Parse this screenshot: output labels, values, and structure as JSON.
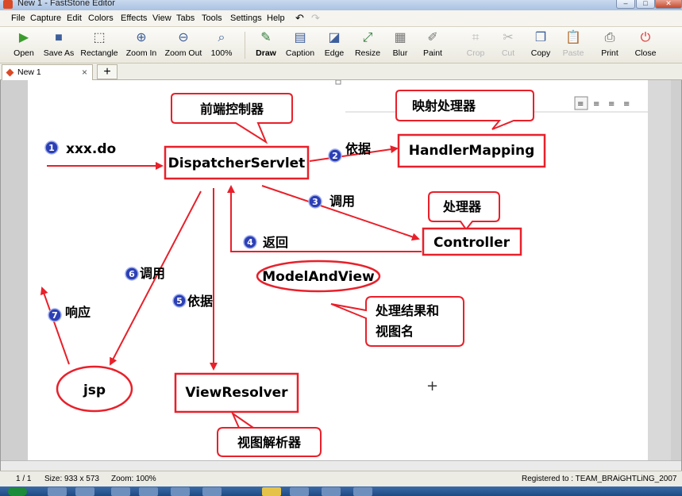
{
  "window": {
    "title": "New 1 - FastStone Editor"
  },
  "menu": [
    "File",
    "Capture",
    "Edit",
    "Colors",
    "Effects",
    "View",
    "Tabs",
    "Tools",
    "Settings",
    "Help"
  ],
  "toolbar": {
    "open": "Open",
    "save_as": "Save As",
    "rectangle": "Rectangle",
    "zoom_in": "Zoom In",
    "zoom_out": "Zoom Out",
    "zoom_level": "100%",
    "draw": "Draw",
    "caption": "Caption",
    "edge": "Edge",
    "resize": "Resize",
    "blur": "Blur",
    "paint": "Paint",
    "crop": "Crop",
    "cut": "Cut",
    "copy": "Copy",
    "paste": "Paste",
    "print": "Print",
    "close": "Close"
  },
  "tabs": {
    "active": "New 1"
  },
  "diagram": {
    "callout_front_controller": "前端控制器",
    "callout_mapper": "映射处理器",
    "callout_handler": "处理器",
    "callout_result_l1": "处理结果和",
    "callout_result_l2": "视图名",
    "callout_view_resolver": "视图解析器",
    "node_dispatcher": "DispatcherServlet",
    "node_handler_mapping": "HandlerMapping",
    "node_controller": "Controller",
    "node_model_and_view": "ModelAndView",
    "node_view_resolver": "ViewResolver",
    "node_jsp": "jsp",
    "step1_num": "1",
    "step1_label": "xxx.do",
    "step2_num": "2",
    "step2_label": "依据",
    "step3_num": "3",
    "step3_label": "调用",
    "step4_num": "4",
    "step4_label": "返回",
    "step5_num": "5",
    "step5_label": "依据",
    "step6_num": "6",
    "step6_label": "调用",
    "step7_num": "7",
    "step7_label": "响应",
    "cursor": "+"
  },
  "status": {
    "page": "1 / 1",
    "size": "Size: 933 x 573",
    "zoom": "Zoom: 100%",
    "registered": "Registered to : TEAM_BRAiGHTLiNG_2007"
  },
  "colors": {
    "diagram_red": "#e8202a",
    "step_badge": "#2c3fb4"
  }
}
